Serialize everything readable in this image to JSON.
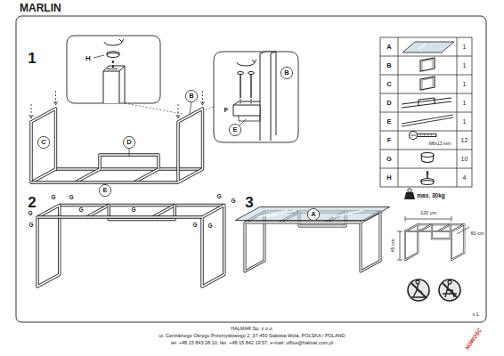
{
  "diagram": {
    "title": "MARLIN",
    "labels": [
      "1",
      "2",
      "3",
      "H",
      "B",
      "C",
      "D",
      "E",
      "B",
      "F",
      "E",
      "G",
      "G",
      "G",
      "G",
      "G",
      "G",
      "G",
      "G",
      "G",
      "G",
      "A",
      "A",
      "1",
      "B",
      "1",
      "C",
      "1",
      "D",
      "1",
      "E",
      "1",
      "F",
      "12",
      "M6x13 mm",
      "G",
      "10",
      "H",
      "4",
      "max. 30kg",
      "120 cm",
      "60 cm",
      "45 cm",
      "v.1",
      "HALMAR Sp. z o.o.",
      "ul. Centralnego Okręgu Przemysłowego 2, 37-450 Stalowa Wola, POLSKA / POLAND",
      "tel. +48 15 843 28 10, fax: +48 15 842 19 57, e-mail: office@halmar.com.pl",
      "NOWOŚĆ"
    ]
  }
}
